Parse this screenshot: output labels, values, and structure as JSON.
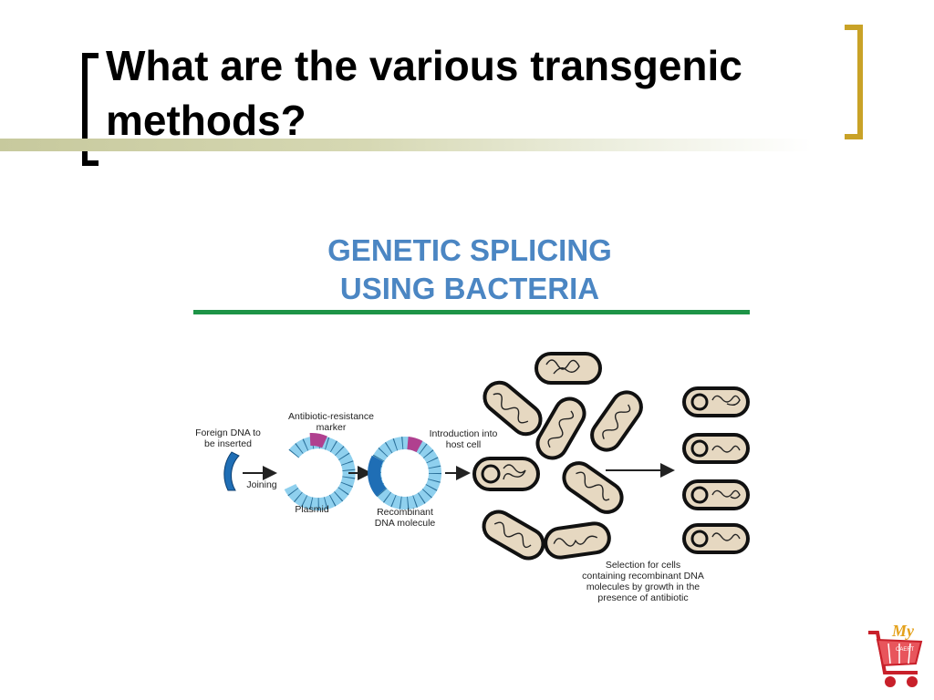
{
  "slide": {
    "title": "What are the various transgenic methods?"
  },
  "figure": {
    "heading_line1": "GENETIC SPLICING",
    "heading_line2": "USING BACTERIA",
    "labels": {
      "foreign_dna_1": "Foreign DNA to",
      "foreign_dna_2": "be inserted",
      "joining": "Joining",
      "marker_1": "Antibiotic-resistance",
      "marker_2": "marker",
      "plasmid": "Plasmid",
      "recombinant_1": "Recombinant",
      "recombinant_2": "DNA molecule",
      "introduction_1": "Introduction into",
      "introduction_2": "host cell",
      "selection_1": "Selection for cells",
      "selection_2": "containing recombinant DNA",
      "selection_3": "molecules by growth in the",
      "selection_4": "presence of antibiotic"
    }
  },
  "logo": {
    "text": "My",
    "subtext": "CAERT"
  },
  "colors": {
    "heading": "#4b86c3",
    "rule": "#1e9447",
    "bracket_left": "#000000",
    "bracket_right": "#c9a227",
    "plasmid": "#8fd0ee",
    "foreign_dna": "#1f6eb5",
    "marker": "#b0408f",
    "cell_fill": "#e6d8c1"
  }
}
